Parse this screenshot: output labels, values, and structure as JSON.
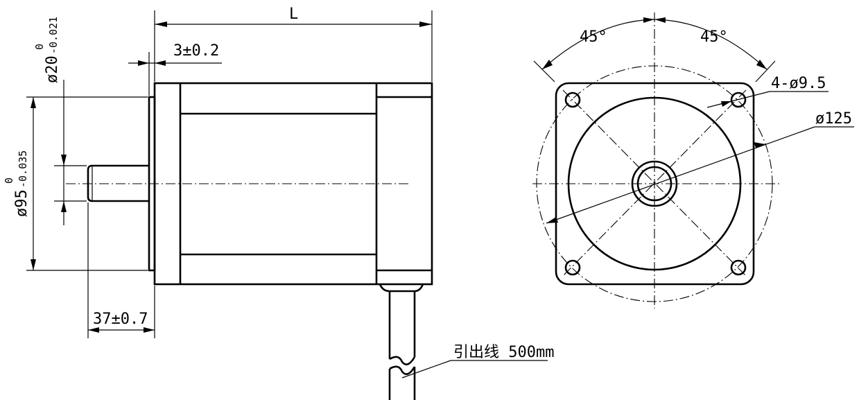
{
  "dimensions": {
    "length": "L",
    "flange_thickness": "3±0.2",
    "shaft_diameter": "ø20",
    "shaft_diameter_tol_upper": "0",
    "shaft_diameter_tol_lower": "-0.021",
    "pilot_diameter": "ø95",
    "pilot_diameter_tol_upper": "0",
    "pilot_diameter_tol_lower": "-0.035",
    "shaft_length": "37±0.7",
    "angle_left": "45°",
    "angle_right": "45°",
    "mount_holes": "4-ø9.5",
    "bolt_circle": "ø125",
    "lead_wire": "引出线 500mm"
  }
}
